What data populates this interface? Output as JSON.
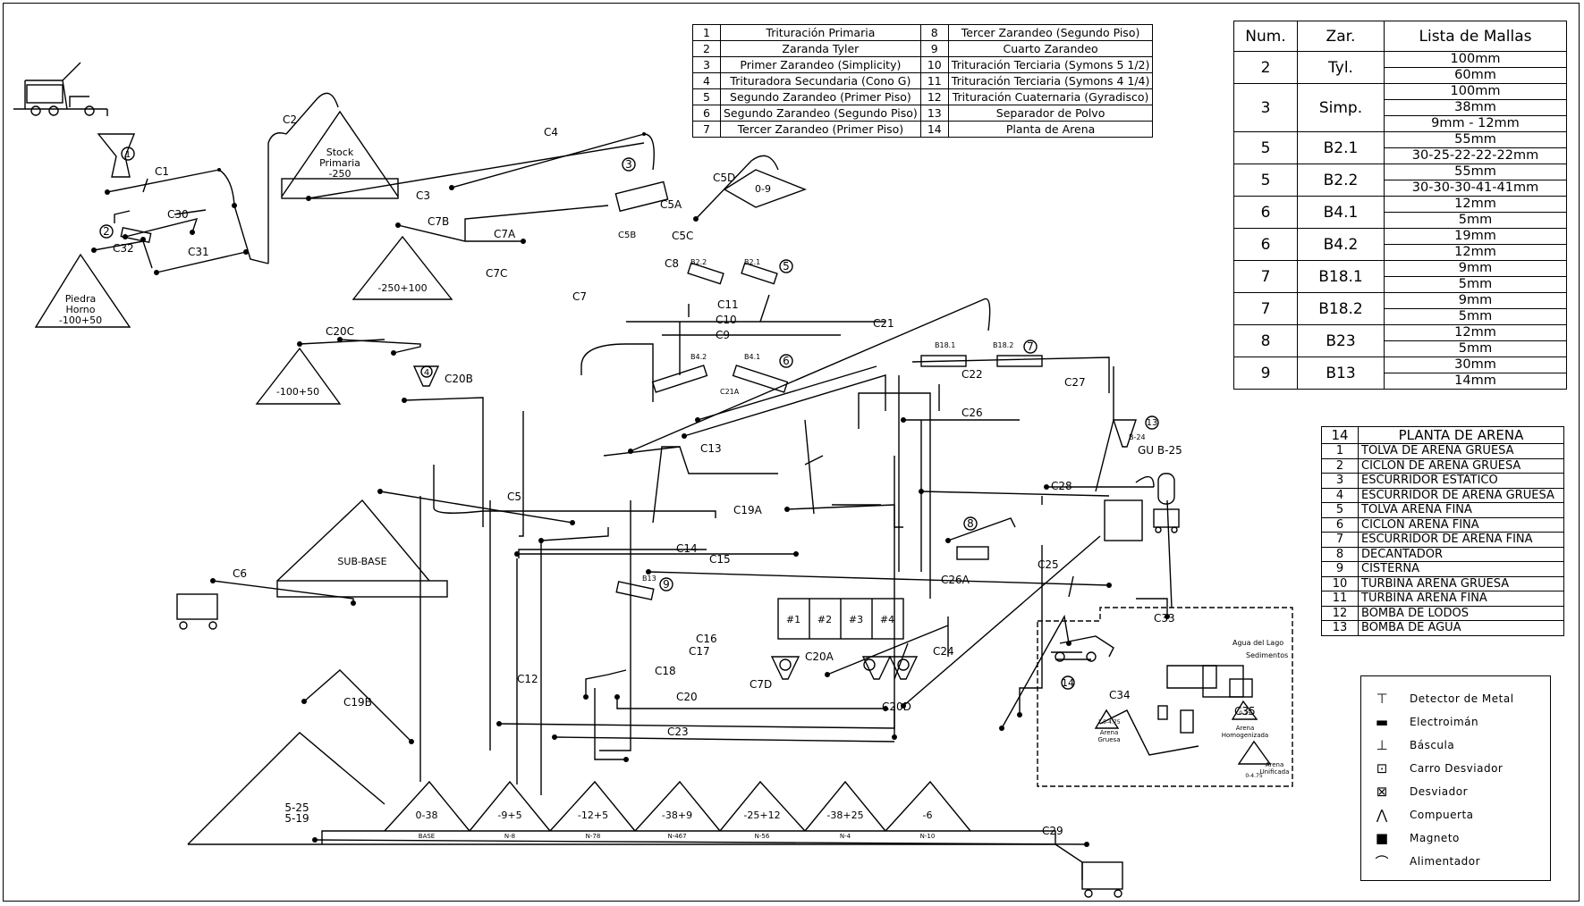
{
  "process_table": [
    {
      "n": "1",
      "label": "Trituración Primaria",
      "n2": "8",
      "label2": "Tercer Zarandeo (Segundo Piso)"
    },
    {
      "n": "2",
      "label": "Zaranda Tyler",
      "n2": "9",
      "label2": "Cuarto Zarandeo"
    },
    {
      "n": "3",
      "label": "Primer Zarandeo (Simplicity)",
      "n2": "10",
      "label2": "Trituración Terciaria (Symons 5 1/2)"
    },
    {
      "n": "4",
      "label": "Trituradora Secundaria (Cono G)",
      "n2": "11",
      "label2": "Trituración Terciaria (Symons 4 1/4)"
    },
    {
      "n": "5",
      "label": "Segundo Zarandeo (Primer Piso)",
      "n2": "12",
      "label2": "Trituración Cuaternaria (Gyradisco)"
    },
    {
      "n": "6",
      "label": "Segundo Zarandeo (Segundo Piso)",
      "n2": "13",
      "label2": "Separador de Polvo"
    },
    {
      "n": "7",
      "label": "Tercer Zarandeo (Primer Piso)",
      "n2": "14",
      "label2": "Planta de Arena"
    }
  ],
  "mesh_table": {
    "headers": [
      "Num.",
      "Zar.",
      "Lista de Mallas"
    ],
    "rows": [
      {
        "num": "2",
        "zar": "Tyl.",
        "mallas": [
          "100mm",
          "60mm"
        ]
      },
      {
        "num": "3",
        "zar": "Simp.",
        "mallas": [
          "100mm",
          "38mm",
          "9mm - 12mm"
        ]
      },
      {
        "num": "5",
        "zar": "B2.1",
        "mallas": [
          "55mm",
          "30-25-22-22-22mm"
        ]
      },
      {
        "num": "5",
        "zar": "B2.2",
        "mallas": [
          "55mm",
          "30-30-30-41-41mm"
        ]
      },
      {
        "num": "6",
        "zar": "B4.1",
        "mallas": [
          "12mm",
          "5mm"
        ]
      },
      {
        "num": "6",
        "zar": "B4.2",
        "mallas": [
          "19mm",
          "12mm"
        ]
      },
      {
        "num": "7",
        "zar": "B18.1",
        "mallas": [
          "9mm",
          "5mm"
        ]
      },
      {
        "num": "7",
        "zar": "B18.2",
        "mallas": [
          "9mm",
          "5mm"
        ]
      },
      {
        "num": "8",
        "zar": "B23",
        "mallas": [
          "12mm",
          "5mm"
        ]
      },
      {
        "num": "9",
        "zar": "B13",
        "mallas": [
          "30mm",
          "14mm"
        ]
      }
    ]
  },
  "sand_table": {
    "num": "14",
    "title": "PLANTA DE ARENA",
    "rows": [
      {
        "n": "1",
        "label": "TOLVA DE ARENA GRUESA"
      },
      {
        "n": "2",
        "label": "CICLON DE ARENA GRUESA"
      },
      {
        "n": "3",
        "label": "ESCURRIDOR ESTATICO"
      },
      {
        "n": "4",
        "label": "ESCURRIDOR DE ARENA GRUESA"
      },
      {
        "n": "5",
        "label": "TOLVA ARENA FINA"
      },
      {
        "n": "6",
        "label": "CICLON ARENA FINA"
      },
      {
        "n": "7",
        "label": "ESCURRIDOR DE ARENA FINA"
      },
      {
        "n": "8",
        "label": "DECANTADOR"
      },
      {
        "n": "9",
        "label": "CISTERNA"
      },
      {
        "n": "10",
        "label": "TURBINA ARENA GRUESA"
      },
      {
        "n": "11",
        "label": "TURBINA ARENA FINA"
      },
      {
        "n": "12",
        "label": "BOMBA DE LODOS"
      },
      {
        "n": "13",
        "label": "BOMBA DE AGUA"
      }
    ]
  },
  "legend": [
    {
      "icon": "metal-detector-icon",
      "symbol": "⊤",
      "label": "Detector de Metal"
    },
    {
      "icon": "electromagnet-icon",
      "symbol": "▬",
      "label": "Electroimán"
    },
    {
      "icon": "scale-icon",
      "symbol": "⊥",
      "label": "Báscula"
    },
    {
      "icon": "diverter-cart-icon",
      "symbol": "⊡",
      "label": "Carro Desviador"
    },
    {
      "icon": "diverter-icon",
      "symbol": "⊠",
      "label": "Desviador"
    },
    {
      "icon": "gate-icon",
      "symbol": "⋀",
      "label": "Compuerta"
    },
    {
      "icon": "magnet-icon",
      "symbol": "■",
      "label": "Magneto"
    },
    {
      "icon": "feeder-icon",
      "symbol": "⌒",
      "label": "Alimentador"
    }
  ],
  "stockpiles": {
    "piedra_horno": [
      "Piedra",
      "Horno",
      "-100+50"
    ],
    "stock_primaria": [
      "Stock",
      "Primaria",
      "-250"
    ],
    "s_250_100": "-250+100",
    "s_100_50": "-100+50",
    "s_0_9": "0-9",
    "sub_base": "SUB-BASE",
    "main_pile": [
      "5-25",
      "5-19"
    ],
    "bottom_piles": [
      {
        "size": "0-38",
        "code": "BASE"
      },
      {
        "size": "-9+5",
        "code": "N-8"
      },
      {
        "size": "-12+5",
        "code": "N-78"
      },
      {
        "size": "-38+9",
        "code": "N-467"
      },
      {
        "size": "-25+12",
        "code": "N-56"
      },
      {
        "size": "-38+25",
        "code": "N-4"
      },
      {
        "size": "-6",
        "code": "N-10"
      }
    ]
  },
  "bins": [
    "#1",
    "#2",
    "#3",
    "#4"
  ],
  "sand_plant_labels": {
    "agua": "Agua del Lago",
    "sedimentos": "Sedimentos",
    "gruesa": [
      "1.5-4.75",
      "Arena",
      "Gruesa"
    ],
    "homog": [
      "0-25",
      "Arena",
      "Homogenizada"
    ],
    "unificada": [
      "Arena",
      "Unificada"
    ],
    "fina": "0-4.75"
  },
  "conveyor_labels": [
    {
      "id": "C1"
    },
    {
      "id": "C2"
    },
    {
      "id": "C3"
    },
    {
      "id": "C4"
    },
    {
      "id": "C5"
    },
    {
      "id": "C5A"
    },
    {
      "id": "C5B"
    },
    {
      "id": "C5C"
    },
    {
      "id": "C5D"
    },
    {
      "id": "C6"
    },
    {
      "id": "C7"
    },
    {
      "id": "C7A"
    },
    {
      "id": "C7B"
    },
    {
      "id": "C7C"
    },
    {
      "id": "C7D"
    },
    {
      "id": "C8"
    },
    {
      "id": "C9"
    },
    {
      "id": "C10"
    },
    {
      "id": "C11"
    },
    {
      "id": "C12"
    },
    {
      "id": "C13"
    },
    {
      "id": "C14"
    },
    {
      "id": "C15"
    },
    {
      "id": "C16"
    },
    {
      "id": "C17"
    },
    {
      "id": "C18"
    },
    {
      "id": "C19A"
    },
    {
      "id": "C19B"
    },
    {
      "id": "C20"
    },
    {
      "id": "C20A"
    },
    {
      "id": "C20B"
    },
    {
      "id": "C20C"
    },
    {
      "id": "C20D"
    },
    {
      "id": "C21"
    },
    {
      "id": "C21A"
    },
    {
      "id": "C22"
    },
    {
      "id": "C23"
    },
    {
      "id": "C24"
    },
    {
      "id": "C25"
    },
    {
      "id": "C26"
    },
    {
      "id": "C26A"
    },
    {
      "id": "C27"
    },
    {
      "id": "C28"
    },
    {
      "id": "C29"
    },
    {
      "id": "C30"
    },
    {
      "id": "C31"
    },
    {
      "id": "C32"
    },
    {
      "id": "C33"
    },
    {
      "id": "C34"
    },
    {
      "id": "C35"
    }
  ],
  "screen_labels": [
    "B2.2",
    "B2.1",
    "B4.2",
    "B4.1",
    "B18.1",
    "B18.2",
    "B13",
    "B-24"
  ],
  "other_labels": {
    "gu": "GU B-25"
  },
  "markers": [
    "1",
    "2",
    "3",
    "4",
    "5",
    "6",
    "7",
    "8",
    "9",
    "13",
    "14"
  ]
}
